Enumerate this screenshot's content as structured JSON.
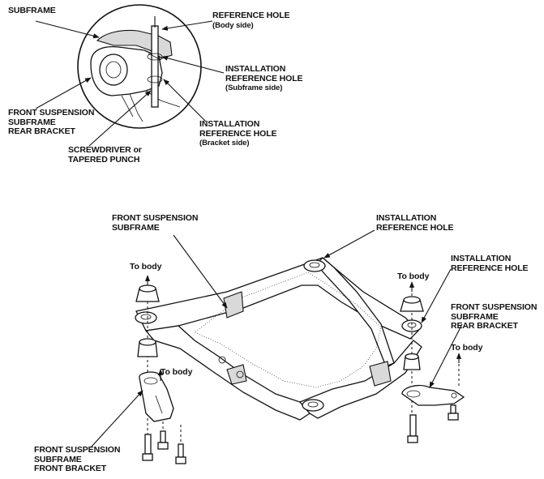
{
  "labels": {
    "subframe": [
      "SUBFRAME"
    ],
    "ref_hole_body": [
      "REFERENCE HOLE",
      "(Body side)"
    ],
    "inst_ref_subframe": [
      "INSTALLATION",
      "REFERENCE HOLE",
      "(Subframe side)"
    ],
    "inst_ref_bracket": [
      "INSTALLATION",
      "REFERENCE HOLE",
      "(Bracket side)"
    ],
    "front_susp_rear_bracket_top": [
      "FRONT SUSPENSION",
      "SUBFRAME",
      "REAR BRACKET"
    ],
    "screwdriver": [
      "SCREWDRIVER or",
      "TAPERED PUNCH"
    ],
    "front_susp_subframe": [
      "FRONT SUSPENSION",
      "SUBFRAME"
    ],
    "inst_ref_hole_top": [
      "INSTALLATION",
      "REFERENCE HOLE"
    ],
    "inst_ref_hole_right": [
      "INSTALLATION",
      "REFERENCE HOLE"
    ],
    "front_susp_rear_bracket_right": [
      "FRONT SUSPENSION",
      "SUBFRAME",
      "REAR BRACKET"
    ],
    "front_susp_front_bracket": [
      "FRONT SUSPENSION",
      "SUBFRAME",
      "FRONT BRACKET"
    ],
    "to_body_left": [
      "To body"
    ],
    "to_body_bracket": [
      "To body"
    ],
    "to_body_right": [
      "To body"
    ],
    "to_body_far_right": [
      "To body"
    ]
  },
  "colors": {
    "ink": "#111111",
    "paper": "#ffffff",
    "shade": "#d9d9d9"
  }
}
